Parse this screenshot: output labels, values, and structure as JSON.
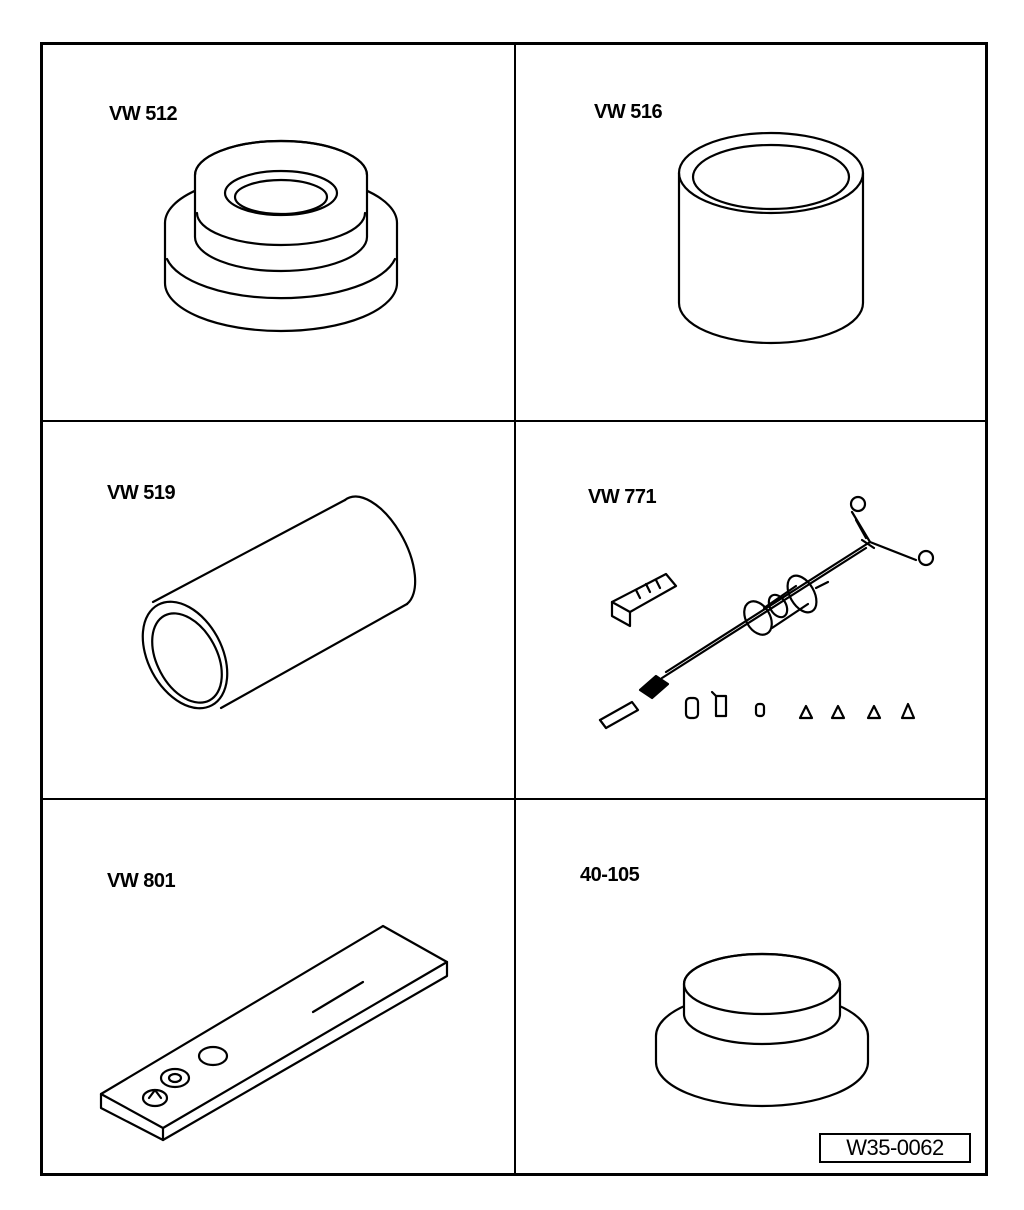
{
  "tools": [
    {
      "label": "VW 512",
      "icon": "stepped-ring-tool-icon"
    },
    {
      "label": "VW 516",
      "icon": "cylinder-sleeve-tool-icon"
    },
    {
      "label": "VW 519",
      "icon": "tube-drift-tool-icon"
    },
    {
      "label": "VW 771",
      "icon": "slide-hammer-kit-icon"
    },
    {
      "label": "VW 801",
      "icon": "flat-bar-plate-tool-icon"
    },
    {
      "label": "40-105",
      "icon": "stepped-disc-tool-icon"
    }
  ],
  "document_id": "W35-0062"
}
